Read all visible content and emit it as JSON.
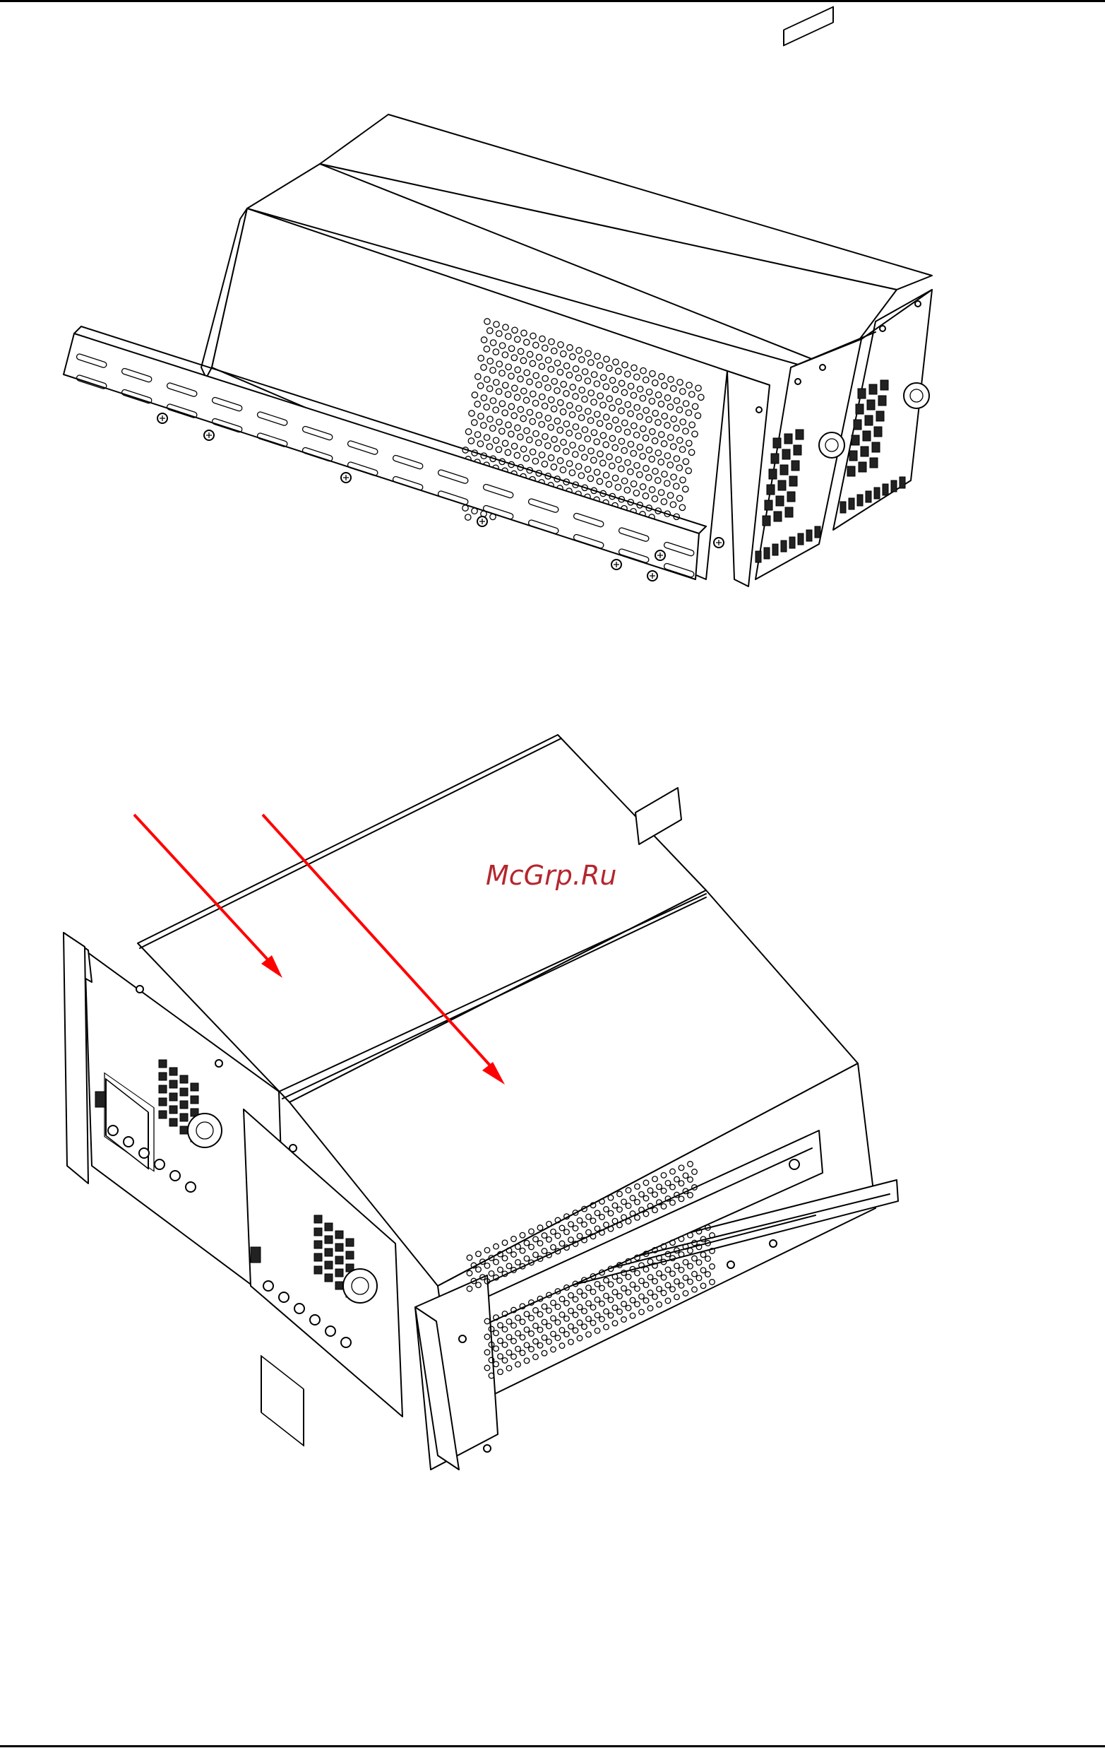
{
  "watermark": {
    "text": "McGrp.Ru",
    "color": "#b5262e"
  },
  "arrows": {
    "color": "#ff0000"
  },
  "figures": [
    {
      "id": "fig-1",
      "subject": "rack-mount-bracket-attachment"
    },
    {
      "id": "fig-2",
      "subject": "rack-mount-installation"
    }
  ]
}
